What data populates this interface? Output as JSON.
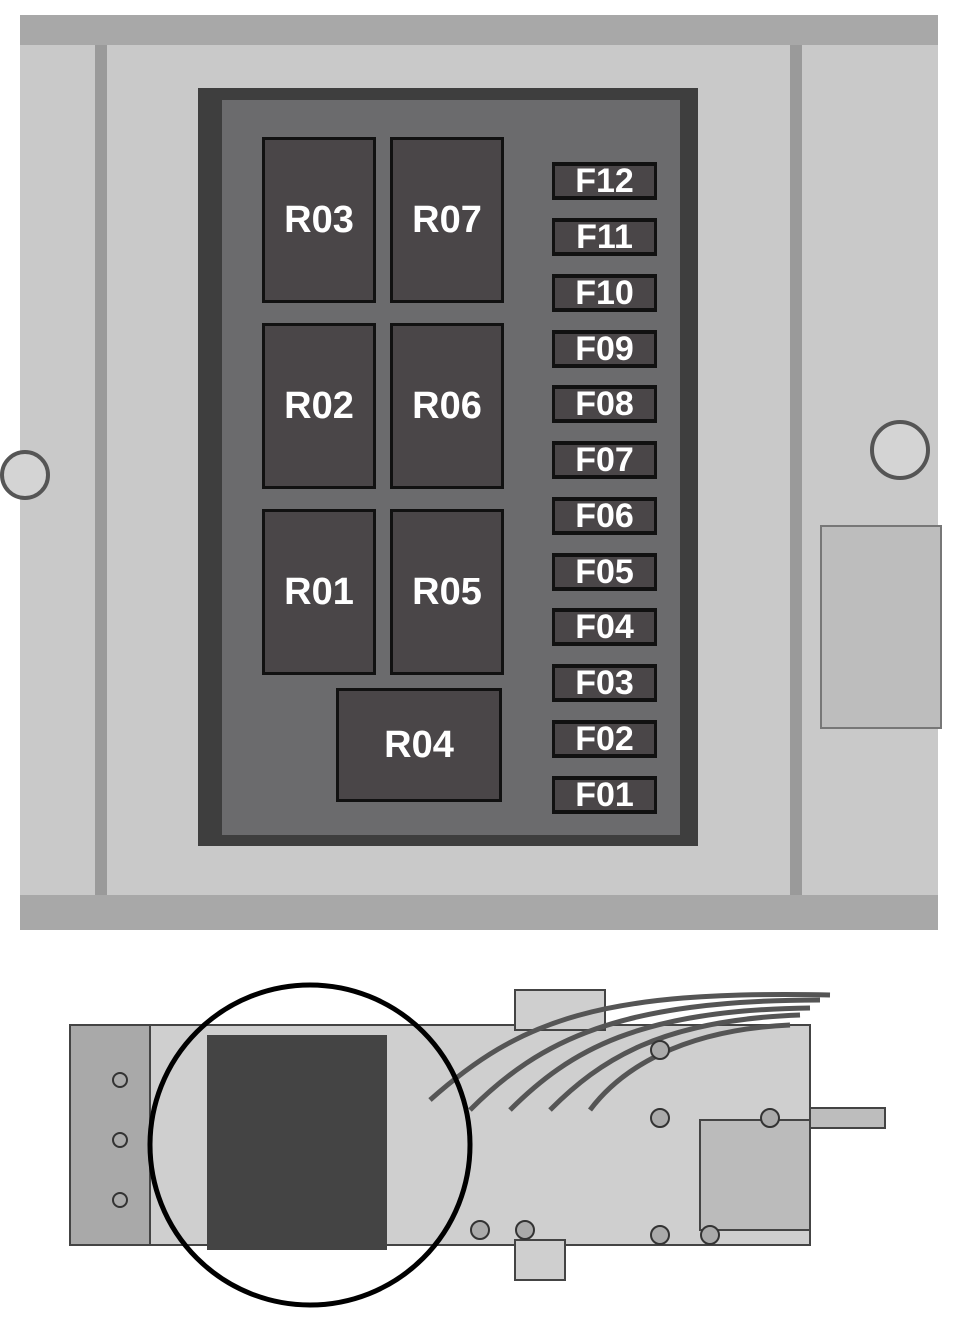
{
  "relays": [
    {
      "label": "R03"
    },
    {
      "label": "R07"
    },
    {
      "label": "R02"
    },
    {
      "label": "R06"
    },
    {
      "label": "R01"
    },
    {
      "label": "R05"
    },
    {
      "label": "R04"
    }
  ],
  "fuses": [
    {
      "label": "F12"
    },
    {
      "label": "F11"
    },
    {
      "label": "F10"
    },
    {
      "label": "F09"
    },
    {
      "label": "F08"
    },
    {
      "label": "F07"
    },
    {
      "label": "F06"
    },
    {
      "label": "F05"
    },
    {
      "label": "F04"
    },
    {
      "label": "F03"
    },
    {
      "label": "F02"
    },
    {
      "label": "F01"
    }
  ],
  "colors": {
    "housing": "#c9c9c9",
    "frame": "#3e3e3e",
    "panel": "#6b6b6d",
    "module": "#4a4648"
  }
}
